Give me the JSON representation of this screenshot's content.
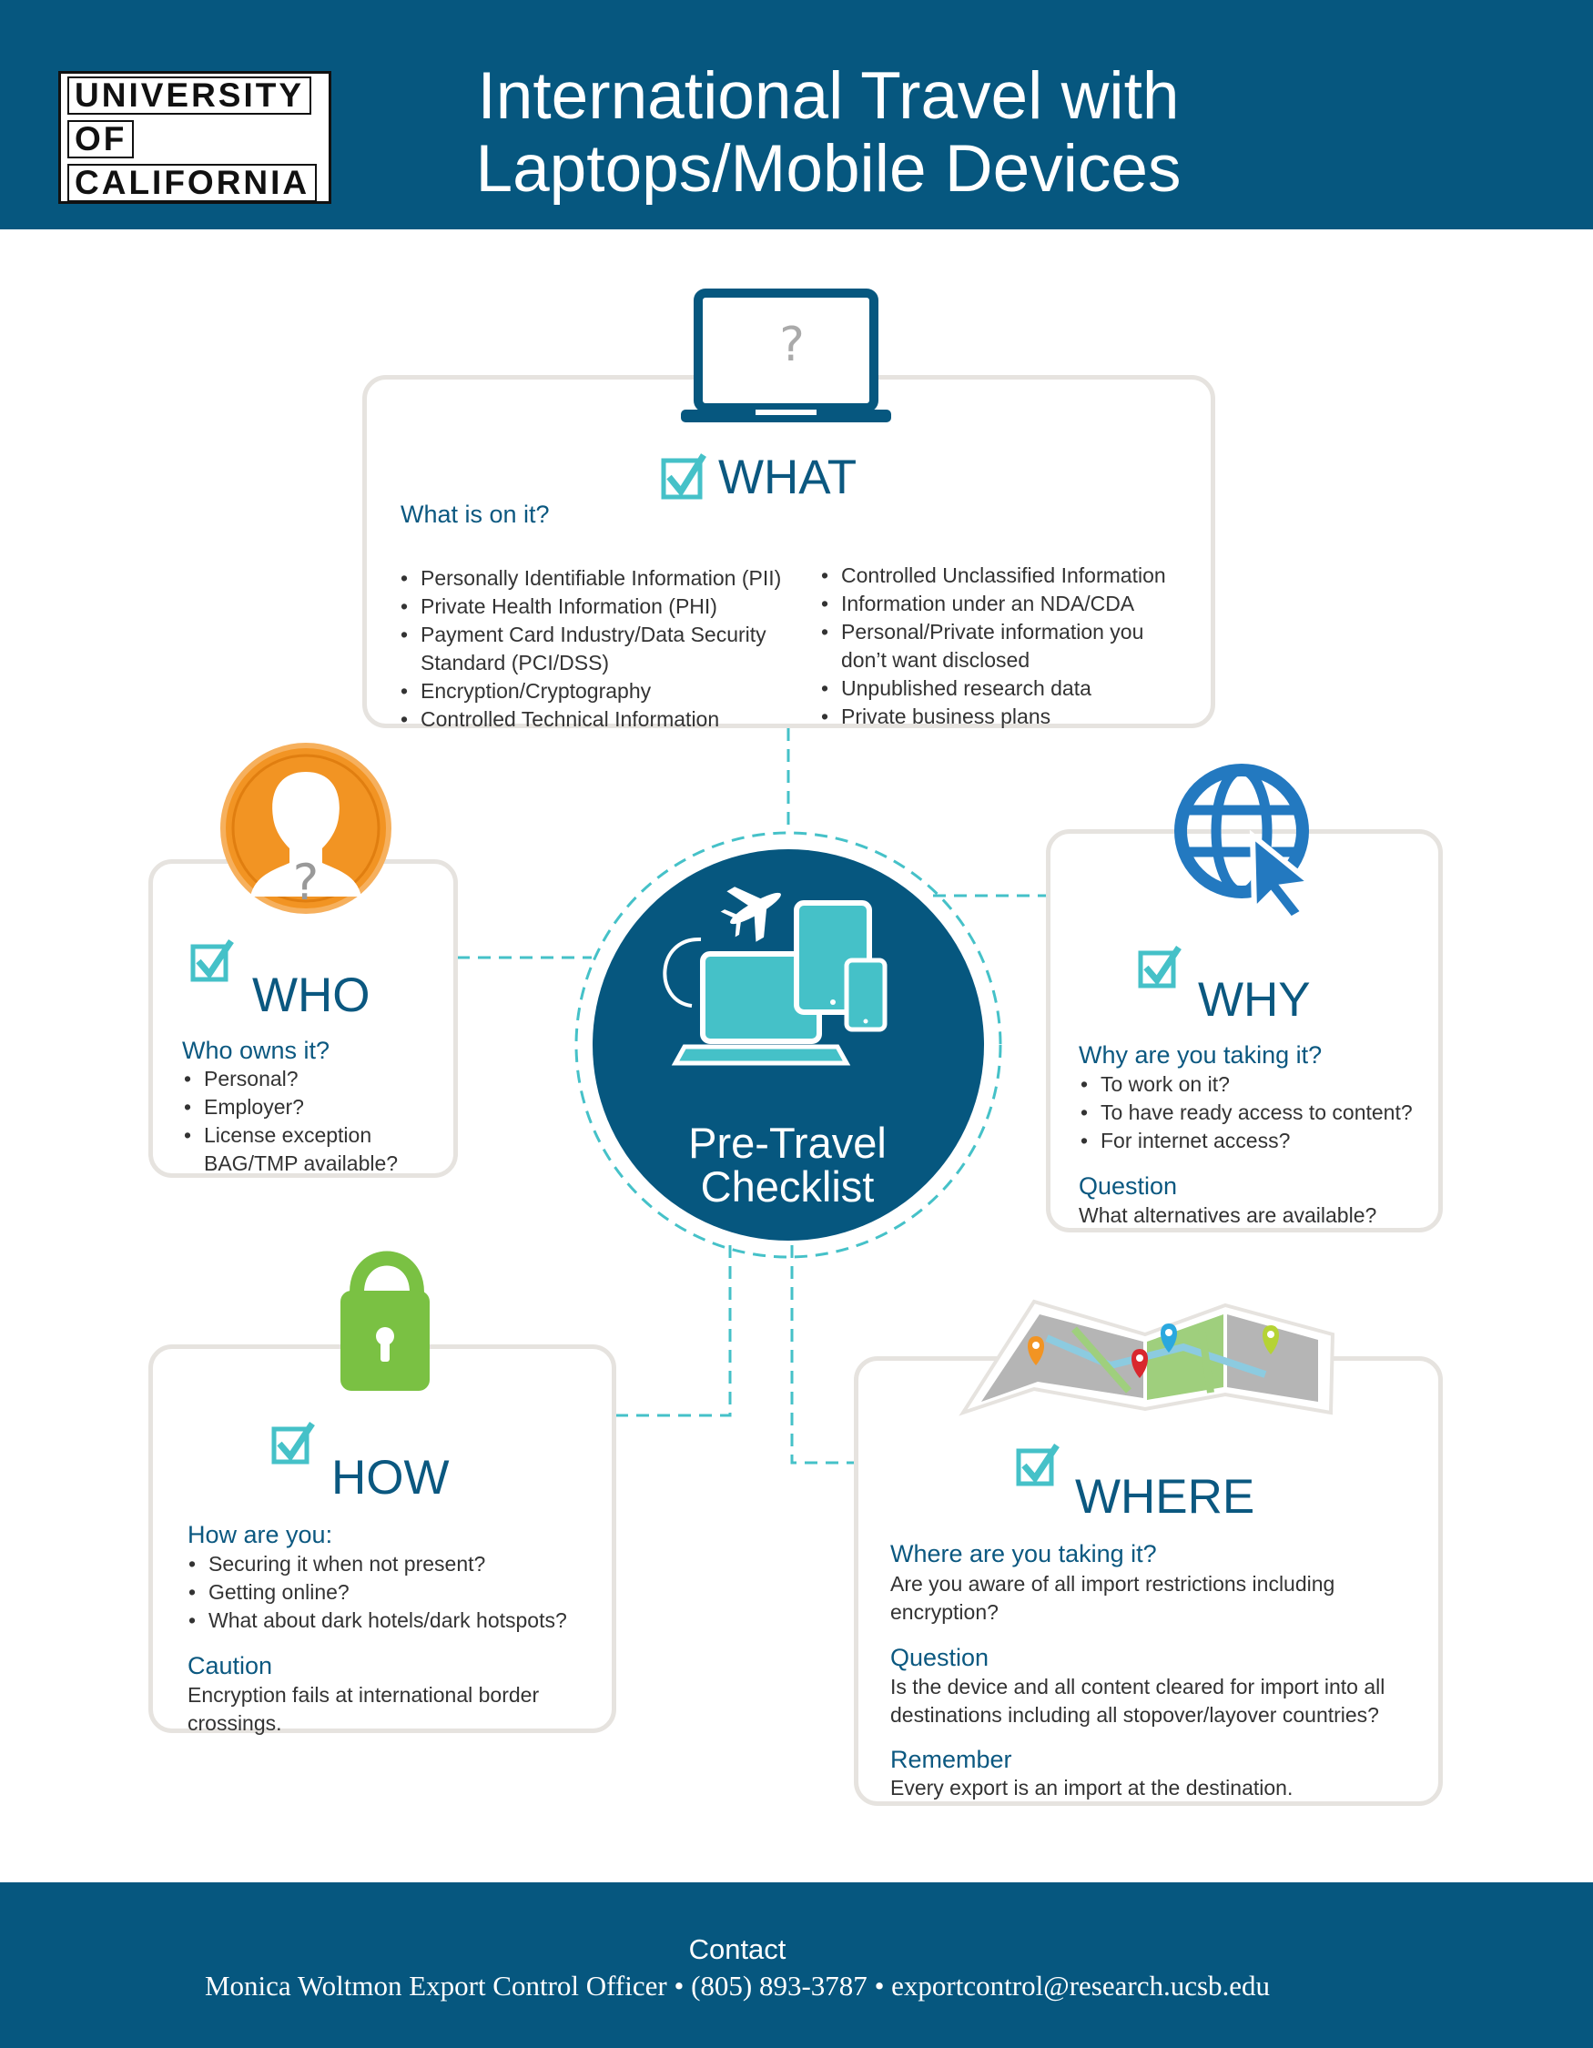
{
  "header": {
    "logo_lines": [
      "UNIVERSITY",
      "OF",
      "CALIFORNIA"
    ],
    "title_line1": "International Travel with",
    "title_line2": "Laptops/Mobile Devices"
  },
  "center": {
    "line1": "Pre-Travel",
    "line2": "Checklist"
  },
  "what": {
    "heading": "WHAT",
    "question": "What is on it?",
    "left_items": [
      "Personally Identifiable Information (PII)",
      "Private Health Information (PHI)",
      "Payment Card Industry/Data Security Standard (PCI/DSS)",
      "Encryption/Cryptography",
      "Controlled  Technical Information"
    ],
    "right_items": [
      "Controlled Unclassified Information",
      "Information under an NDA/CDA",
      "Personal/Private information you don’t want disclosed",
      "Unpublished  research data",
      "Private business plans"
    ]
  },
  "who": {
    "heading": "WHO",
    "question": "Who owns it?",
    "items": [
      "Personal?",
      "Employer?",
      "License exception BAG/TMP available?"
    ]
  },
  "why": {
    "heading": "WHY",
    "question": "Why are you taking it?",
    "items": [
      "To work on it?",
      "To have ready access to content?",
      "For internet access?"
    ],
    "question_label": "Question",
    "question_text": "What alternatives are available?"
  },
  "how": {
    "heading": "HOW",
    "question": "How are you:",
    "items": [
      "Securing it when not present?",
      "Getting online?",
      "What about dark hotels/dark hotspots?"
    ],
    "caution_label": "Caution",
    "caution_text": "Encryption fails at international border crossings."
  },
  "where": {
    "heading": "WHERE",
    "question": "Where are you taking it?",
    "question_text": "Are you aware of all import restrictions including encryption?",
    "question_label": "Question",
    "question_label_text": "Is the device and all content cleared for import into all destinations including all stopover/layover countries?",
    "remember_label": "Remember",
    "remember_text": "Every export is an import at the destination."
  },
  "footer": {
    "contact_label": "Contact",
    "name_title": "Monica Woltmon Export Control Officer",
    "phone": "(805) 893-3787",
    "email": "exportcontrol@research.ucsb.edu",
    "separator": "•"
  },
  "colors": {
    "header_blue": "#06577f",
    "heading_blue": "#0b5880",
    "teal": "#45c1c8",
    "orange": "#f29423",
    "green": "#7ac143",
    "globe_blue": "#2379c0",
    "card_border": "#e6e3df"
  },
  "icons": [
    "laptop-question-icon",
    "person-question-icon",
    "globe-cursor-icon",
    "padlock-icon",
    "map-pins-icon",
    "checkbox-icon",
    "airplane-icon",
    "devices-icon"
  ]
}
